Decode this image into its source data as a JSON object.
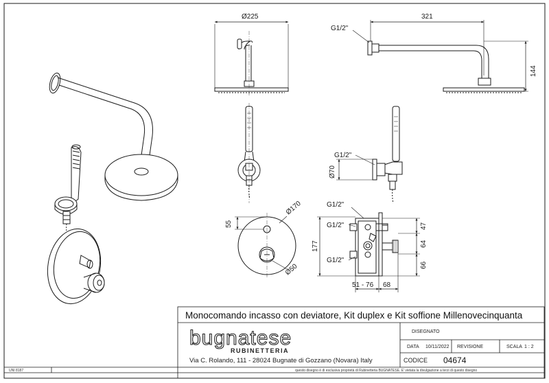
{
  "dimensions": {
    "d225": "Ø225",
    "d321": "321",
    "g12_arm": "G1/2\"",
    "d144": "144",
    "g12_hand": "G1/2\"",
    "d70": "Ø70",
    "d55": "55",
    "d170": "Ø170",
    "d50": "Ø50",
    "g12_top": "G1/2\"",
    "g12_mid": "G1/2\"",
    "g12_bot": "G1/2\"",
    "d177": "177",
    "d47": "47",
    "d64": "64",
    "d66": "66",
    "d5176": "51 - 76",
    "d68": "68"
  },
  "title_block": {
    "title": "Monocomando incasso con deviatore, Kit duplex e Kit soffione Millenovecinquanta",
    "logo_main": "bugnatese",
    "logo_sub": "RUBINETTERIA",
    "address": "Via C. Rolando, 111 - 28024 Bugnate di Gozzano (Novara) Italy",
    "standard": "UNI 8187",
    "disegnato_label": "DISEGNATO",
    "data_label": "DATA",
    "data_value": "10/11/2022",
    "revisione_label": "REVISIONE",
    "scala_label": "SCALA",
    "scala_value": "1 : 2",
    "codice_label": "CODICE",
    "codice_value": "04674",
    "disclaimer": "questo disegno è di esclusiva proprietà di Rubinetteria BUGNATESE. E' vietata la divulgazione a terzi di questo disegno"
  },
  "colors": {
    "line": "#1a1a1a",
    "background": "#ffffff"
  }
}
